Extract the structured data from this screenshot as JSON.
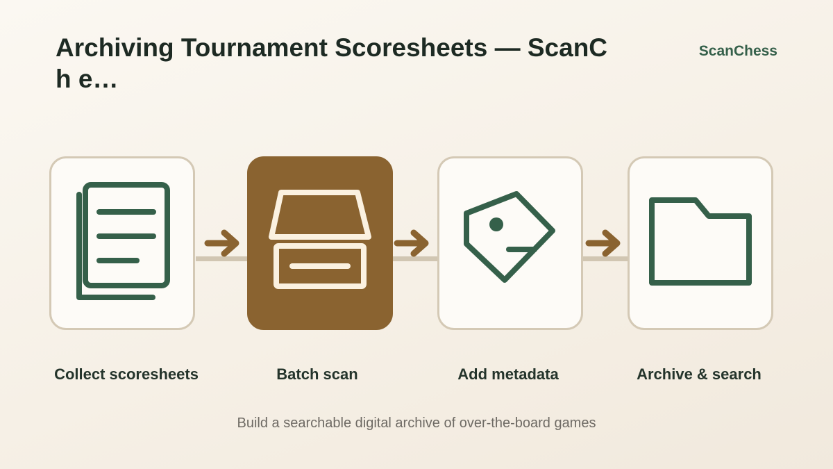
{
  "header": {
    "title": "Archiving Tournament Scoresheets — ScanCh e…",
    "brand": "ScanChess"
  },
  "steps": [
    {
      "label": "Collect scoresheets",
      "icon": "documents-icon",
      "highlighted": false
    },
    {
      "label": "Batch scan",
      "icon": "scanner-tray-icon",
      "highlighted": true
    },
    {
      "label": "Add metadata",
      "icon": "tag-icon",
      "highlighted": false
    },
    {
      "label": "Archive & search",
      "icon": "folder-icon",
      "highlighted": false
    }
  ],
  "caption": "Build a searchable digital archive of over-the-board games",
  "colors": {
    "icon_green": "#35604a",
    "accent_brown": "#8a6330",
    "card_border": "#d4c9b5",
    "text_dark": "#1d2a23"
  }
}
